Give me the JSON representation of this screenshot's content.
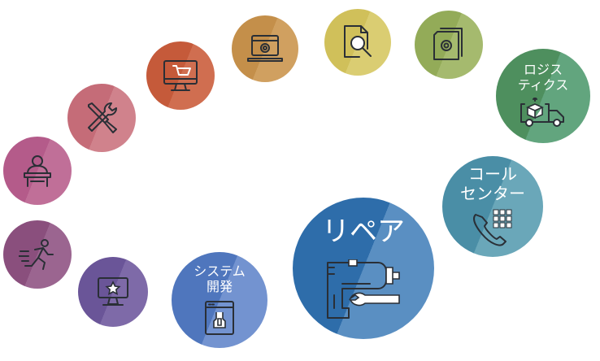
{
  "items": [
    {
      "id": "runner",
      "icon": "runner-icon",
      "color": "#8a4f7d",
      "light": "#9b6590"
    },
    {
      "id": "presenter",
      "icon": "presenter-icon",
      "color": "#b45b8a",
      "light": "#c06f98"
    },
    {
      "id": "tools",
      "icon": "tools-icon",
      "color": "#c56c78",
      "light": "#d0828c"
    },
    {
      "id": "ecommerce",
      "icon": "monitor-cart-icon",
      "color": "#c55a3a",
      "light": "#d06e50"
    },
    {
      "id": "laptop-settings",
      "icon": "laptop-gear-icon",
      "color": "#c48f4a",
      "light": "#d0a060"
    },
    {
      "id": "doc-search",
      "icon": "document-search-icon",
      "color": "#d0c05a",
      "light": "#dacd72"
    },
    {
      "id": "doc-settings",
      "icon": "document-gear-icon",
      "color": "#93ab58",
      "light": "#a5ba6e"
    },
    {
      "id": "logistics",
      "label": "ロジス\nティクス",
      "icon": "delivery-truck-icon",
      "color": "#4e8f5e",
      "light": "#62a57e"
    },
    {
      "id": "callcenter",
      "label": "コール\nセンター",
      "icon": "phone-keypad-icon",
      "color": "#4a8ea6",
      "light": "#6aa7b9"
    },
    {
      "id": "repair",
      "label": "リペア",
      "icon": "drill-wrench-icon",
      "color": "#2e6daa",
      "light": "#5a8fc2"
    },
    {
      "id": "sysdev",
      "label": "システム\n開発",
      "icon": "app-window-icon",
      "color": "#4f76bd",
      "light": "#7393d0"
    },
    {
      "id": "display",
      "icon": "monitor-star-icon",
      "color": "#6a5598",
      "light": "#7e6aa8"
    }
  ]
}
